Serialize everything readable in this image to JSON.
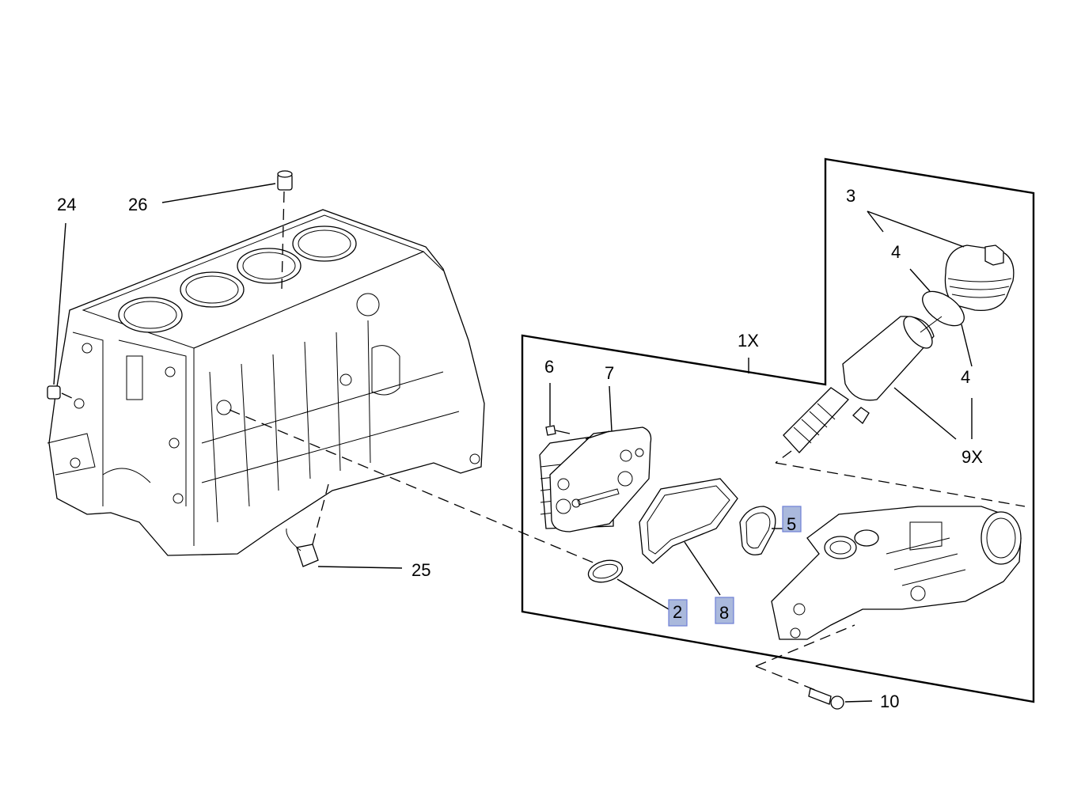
{
  "diagram": {
    "callouts": {
      "c24": "24",
      "c26": "26",
      "c25": "25",
      "c1x": "1X",
      "c6": "6",
      "c7": "7",
      "c3": "3",
      "c4a": "4",
      "c4b": "4",
      "c9x": "9X",
      "c5": "5",
      "c2": "2",
      "c8": "8",
      "c10": "10"
    },
    "highlighted_callouts": [
      "2",
      "5",
      "8"
    ],
    "colors": {
      "highlight_fill": "#aab9dc",
      "highlight_border": "#6f7fd6",
      "line": "#000000"
    }
  }
}
